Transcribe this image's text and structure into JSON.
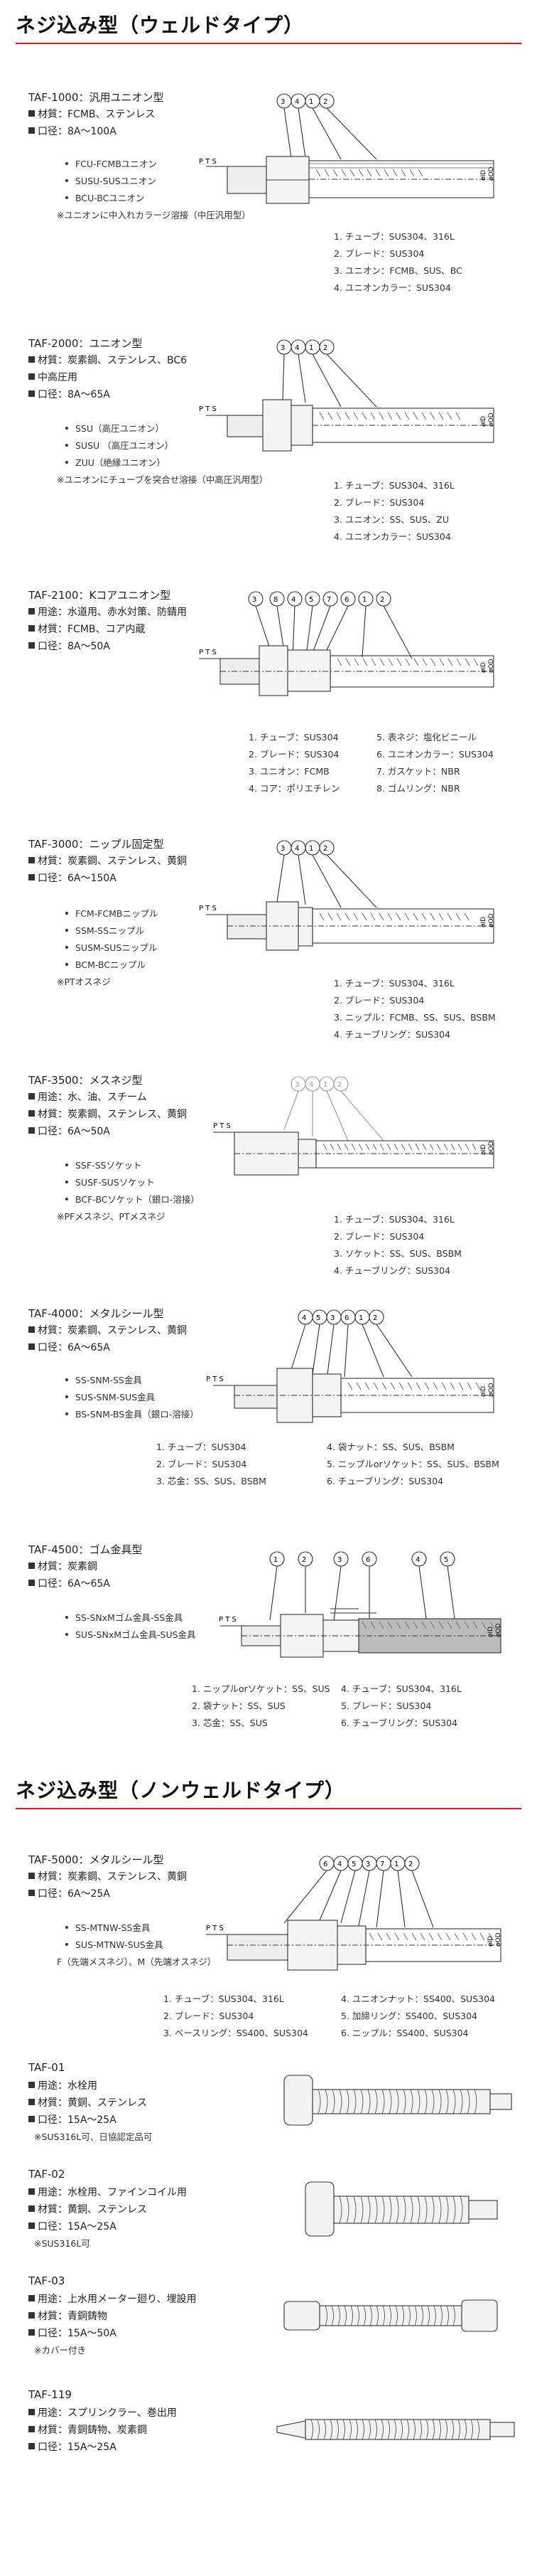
{
  "sections": {
    "welded": "ネジ込み型（ウェルドタイプ）",
    "nonwelded": "ネジ込み型（ノンウェルドタイプ）"
  },
  "colors": {
    "accent": "#e11b1b"
  },
  "drawing_labels": {
    "pt": "P T  S",
    "d_od": "øOD",
    "d_id": "øID"
  },
  "products": [
    {
      "title": "TAF-1000：汎用ユニオン型",
      "specs": [
        "材質：FCMB、ステンレス",
        "口径：8A～100A"
      ],
      "options": [
        "FCU-FCMBユニオン",
        "SUSU-SUSユニオン",
        "BCU-BCユニオン"
      ],
      "note": "※ユニオンに中入れカラージ溶接（中圧汎用型）",
      "callouts": [
        "3",
        "4",
        "1",
        "2"
      ],
      "parts": [
        "1.  チューブ：SUS304、316L",
        "2.  ブレード：SUS304",
        "3.  ユニオン：FCMB、SUS、BC",
        "4.  ユニオンカラー：SUS304"
      ]
    },
    {
      "title": "TAF-2000：ユニオン型",
      "specs": [
        "材質：炭素鋼、ステンレス、BC6",
        "中高圧用",
        "口径：8A～65A"
      ],
      "options": [
        "SSU（高圧ユニオン）",
        "SUSU （高圧ユニオン）",
        "ZUU（絶縁ユニオン）"
      ],
      "note": "※ユニオンにチューブを突合せ溶接（中高圧汎用型）",
      "callouts": [
        "3",
        "4",
        "1",
        "2"
      ],
      "parts": [
        "1.  チューブ：SUS304、316L",
        "2.  ブレード：SUS304",
        "3.  ユニオン：SS、SUS、ZU",
        "4.  ユニオンカラー：SUS304"
      ]
    },
    {
      "title": "TAF-2100：Kコアユニオン型",
      "specs": [
        "用途：水道用、赤水対策、防錆用",
        "材質：FCMB、コア内蔵",
        "口径：8A～50A"
      ],
      "options": [],
      "note": "",
      "callouts": [
        "3",
        "8",
        "4",
        "5",
        "7",
        "6",
        "1",
        "2"
      ],
      "parts": [
        "1.  チューブ：SUS304",
        "2.  ブレード：SUS304",
        "3.  ユニオン：FCMB",
        "4.  コア：ポリエチレン",
        "5.  表ネジ：塩化ビニール",
        "6.  ユニオンカラー：SUS304",
        "7.  ガスケット：NBR",
        "8.  ゴムリング：NBR"
      ]
    },
    {
      "title": "TAF-3000：ニップル固定型",
      "specs": [
        "材質：炭素鋼、ステンレス、黄銅",
        "口径：6A～150A"
      ],
      "options": [
        "FCM-FCMBニップル",
        "SSM-SSニップル",
        "SUSM-SUSニップル",
        "BCM-BCニップル"
      ],
      "note": "※PTオスネジ",
      "callouts": [
        "3",
        "4",
        "1",
        "2"
      ],
      "parts": [
        "1.  チューブ：SUS304、316L",
        "2.  ブレード：SUS304",
        "3.  ニップル：FCMB、SS、SUS、BSBM",
        "4.  チューブリング：SUS304"
      ]
    },
    {
      "title": "TAF-3500：メスネジ型",
      "specs": [
        "用途：水、油、スチーム",
        "材質：炭素鋼、ステンレス、黄銅",
        "口径：6A～50A"
      ],
      "options": [
        "SSF-SSソケット",
        "SUSF-SUSソケット",
        "BCF-BCソケット（銀ロ-溶接）"
      ],
      "note": "※PFメスネジ、PTメスネジ",
      "callouts": [
        "3",
        "4",
        "1",
        "2"
      ],
      "parts": [
        "1.  チューブ：SUS304、316L",
        "2.  ブレード：SUS304",
        "3.  ソケット：SS、SUS、BSBM",
        "4.  チューブリング：SUS304"
      ]
    },
    {
      "title": "TAF-4000：メタルシール型",
      "specs": [
        "材質：炭素鋼、ステンレス、黄銅",
        "口径：6A～65A"
      ],
      "options": [
        "SS-SNM-SS金具",
        "SUS-SNM-SUS金具",
        "BS-SNM-BS金具（銀ロ-溶接）"
      ],
      "note": "",
      "callouts": [
        "4",
        "5",
        "3",
        "6",
        "1",
        "2"
      ],
      "parts": [
        "1.  チューブ：SUS304",
        "2.  ブレード：SUS304",
        "3.  芯金：SS、SUS、BSBM",
        "4.  袋ナット：SS、SUS、BSBM",
        "5.  ニップルorソケット：SS、SUS、BSBM",
        "6.  チューブリング：SUS304"
      ]
    },
    {
      "title": "TAF-4500：ゴム金具型",
      "specs": [
        "材質：炭素鋼",
        "口径：6A～65A"
      ],
      "options": [
        "SS-SNxMゴム金具-SS金具",
        "SUS-SNxMゴム金具-SUS金具"
      ],
      "note": "",
      "callouts": [
        "1",
        "2",
        "3",
        "6",
        "4",
        "5"
      ],
      "parts": [
        "1.  ニップルorソケット：SS、SUS",
        "2.  袋ナット：SS、SUS",
        "3.  芯金：SS、SUS",
        "4.  チューブ：SUS304、316L",
        "5.  ブレード：SUS304",
        "6.  チューブリング：SUS304"
      ]
    },
    {
      "title": "TAF-5000：メタルシール型",
      "specs": [
        "材質：炭素鋼、ステンレス、黄銅",
        "口径：6A～25A"
      ],
      "options": [
        "SS-MTNW-SS金具",
        "SUS-MTNW-SUS金具"
      ],
      "note": "F（先端メスネジ）、M（先端オスネジ）",
      "callouts": [
        "6",
        "4",
        "5",
        "3",
        "7",
        "1",
        "2"
      ],
      "parts": [
        "1.  チューブ：SUS304、316L",
        "2.  ブレード：SUS304",
        "3.  ベースリング：SS400、SUS304",
        "4.  ユニオンナット：SS400、SUS304",
        "5.  加締リング：SS400、SUS304",
        "6.  ニップル：SS400、SUS304"
      ]
    },
    {
      "title": "TAF-01",
      "specs": [
        "用途：水栓用",
        "材質：黄銅、ステンレス",
        "口径：15A～25A"
      ],
      "options": [],
      "note": "※SUS316L可、日協認定品可",
      "callouts": [],
      "parts": []
    },
    {
      "title": "TAF-02",
      "specs": [
        "用途：水栓用、ファインコイル用",
        "材質：黄銅、ステンレス",
        "口径：15A～25A"
      ],
      "options": [],
      "note": "※SUS316L可",
      "callouts": [],
      "parts": []
    },
    {
      "title": "TAF-03",
      "specs": [
        "用途：上水用メーター廻り、埋設用",
        "材質：青銅鋳物",
        "口径：15A～50A"
      ],
      "options": [],
      "note": "※カバー付き",
      "callouts": [],
      "parts": []
    },
    {
      "title": "TAF-119",
      "specs": [
        "用途：スプリンクラー、巻出用",
        "材質：青銅鋳物、炭素鋼",
        "口径：15A～25A"
      ],
      "options": [],
      "note": "",
      "callouts": [],
      "parts": []
    }
  ]
}
